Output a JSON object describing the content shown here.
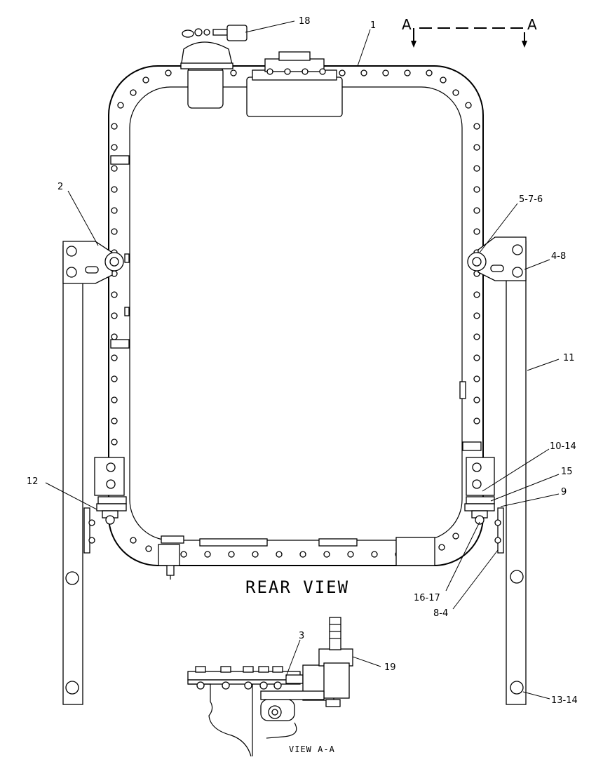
{
  "view_title": "REAR VIEW",
  "detail_title": "VIEW A-A",
  "section_marks": {
    "left": "A",
    "right": "A"
  },
  "callouts": {
    "c1": "1",
    "c2": "2",
    "c3": "3",
    "c18": "18",
    "c19": "19",
    "c576": "5-7-6",
    "c48": "4-8",
    "c11": "11",
    "c1014": "10-14",
    "c15": "15",
    "c9": "9",
    "c12": "12",
    "c1617": "16-17",
    "c84": "8-4",
    "c1314": "13-14"
  }
}
